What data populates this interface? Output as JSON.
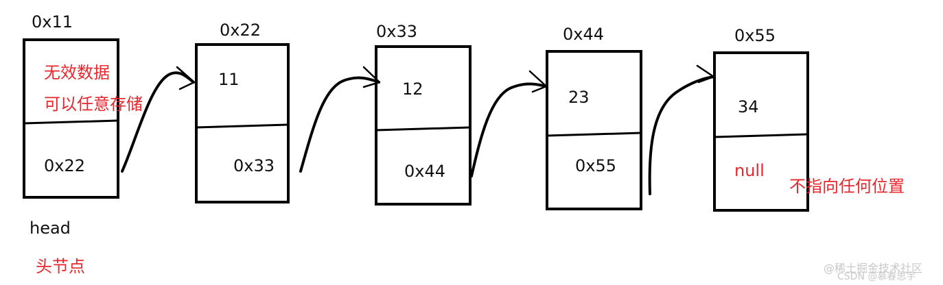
{
  "nodes": [
    {
      "address": "0x11",
      "data": "",
      "next": "0x22"
    },
    {
      "address": "0x22",
      "data": "11",
      "next": "0x33"
    },
    {
      "address": "0x33",
      "data": "12",
      "next": "0x44"
    },
    {
      "address": "0x44",
      "data": "23",
      "next": "0x55"
    },
    {
      "address": "0x55",
      "data": "34",
      "next": "null"
    }
  ],
  "annotations": {
    "invalid_data_line1": "无效数据",
    "invalid_data_line2": "可以任意存储",
    "head_label": "head",
    "head_node": "头节点",
    "points_nowhere": "不指向任何位置"
  },
  "watermark": "@稀土掘金技术社区",
  "watermark_under": "CSDN @慕春思宇",
  "colors": {
    "annotation": "#e8262c",
    "ink": "#000000"
  }
}
